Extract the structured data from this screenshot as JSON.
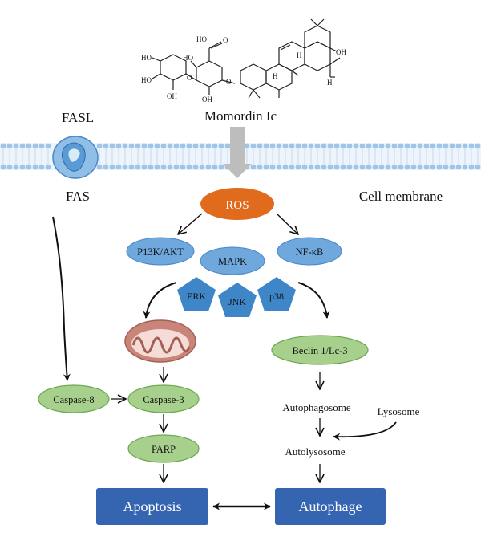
{
  "compound": {
    "name": "Momordin Ic",
    "atoms": {
      "ho": "HO",
      "oh": "OH",
      "o": "O",
      "h": "H"
    }
  },
  "membrane": {
    "receptor_ligand": "FASL",
    "receptor": "FAS",
    "label": "Cell membrane"
  },
  "nodes": {
    "ros": "ROS",
    "pi3k": "P13K/AKT",
    "mapk": "MAPK",
    "nfkb": "NF-κB",
    "erk": "ERK",
    "jnk": "JNK",
    "p38": "p38",
    "beclin": "Beclin 1/Lc-3",
    "caspase8": "Caspase-8",
    "caspase3": "Caspase-3",
    "parp": "PARP",
    "autophagosome": "Autophagosome",
    "lysosome": "Lysosome",
    "autolysosome": "Autolysosome",
    "apoptosis": "Apoptosis",
    "autophage": "Autophage"
  },
  "colors": {
    "ros_fill": "#e06b1c",
    "blue_ellipse": "#6fa8dc",
    "blue_ellipse_stroke": "#4a86c5",
    "pentagon": "#3f86c9",
    "green_ellipse": "#a8d08d",
    "green_stroke": "#6aa84f",
    "outcome_box": "#3565b0",
    "mito_outer": "#c9857a",
    "membrane_blue": "#9fc5e8"
  }
}
